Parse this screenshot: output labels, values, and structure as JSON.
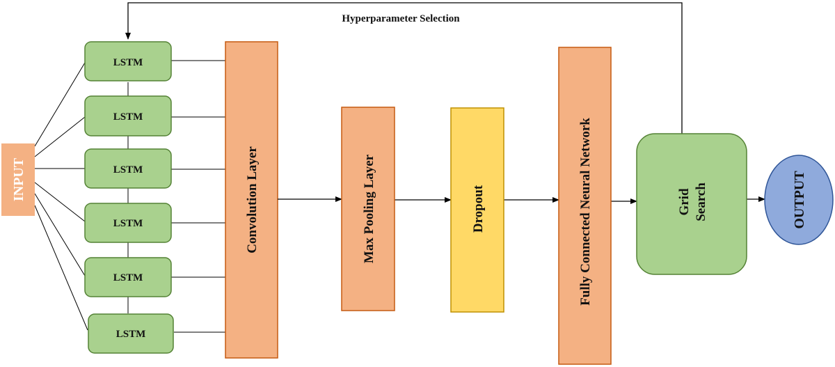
{
  "diagram": {
    "feedback_label": "Hyperparameter Selection",
    "input_label": "INPUT",
    "lstm_labels": [
      "LSTM",
      "LSTM",
      "LSTM",
      "LSTM",
      "LSTM",
      "LSTM"
    ],
    "conv_label": "Convolution Layer",
    "pool_label": "Max Pooling Layer",
    "dropout_label": "Dropout",
    "fc_label": "Fully Connected Neural Network",
    "grid_label_line1": "Grid",
    "grid_label_line2": "Search",
    "output_label": "OUTPUT"
  },
  "colors": {
    "input_fill": "#f4b183",
    "lstm_fill": "#a9d18e",
    "lstm_stroke": "#548235",
    "layer_fill": "#f4b183",
    "layer_stroke": "#c55a11",
    "dropout_fill": "#ffd966",
    "dropout_stroke": "#bf9000",
    "grid_fill": "#a9d18e",
    "grid_stroke": "#548235",
    "output_fill": "#8faadc",
    "output_stroke": "#2f5597",
    "line": "#000000"
  }
}
